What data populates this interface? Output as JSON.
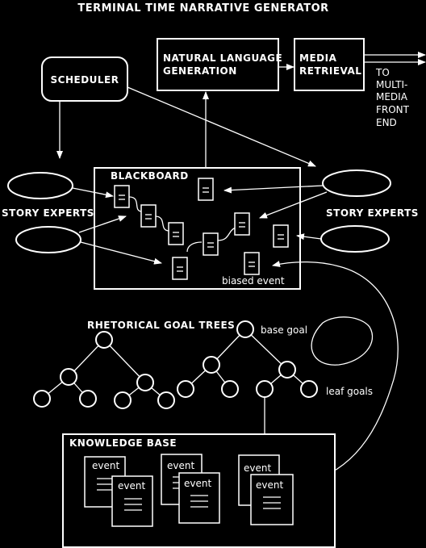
{
  "title": "TERMINAL TIME NARRATIVE GENERATOR",
  "modules": {
    "scheduler": "SCHEDULER",
    "nlg": [
      "NATURAL LANGUAGE",
      "GENERATION"
    ],
    "media": [
      "MEDIA",
      "RETRIEVAL"
    ],
    "frontend": [
      "TO",
      "MULTI-",
      "MEDIA",
      "FRONT",
      "END"
    ]
  },
  "blackboard": {
    "title": "BLACKBOARD",
    "biased_event": "biased event"
  },
  "story_experts_left": "STORY EXPERTS",
  "story_experts_right": "STORY EXPERTS",
  "goal_trees": {
    "title": "RHETORICAL GOAL TREES",
    "base_goal": "base goal",
    "leaf_goals": "leaf goals"
  },
  "knowledge_base": {
    "title": "KNOWLEDGE BASE",
    "event_label": "event"
  },
  "colors": {
    "background": "#000000",
    "foreground": "#ffffff"
  }
}
